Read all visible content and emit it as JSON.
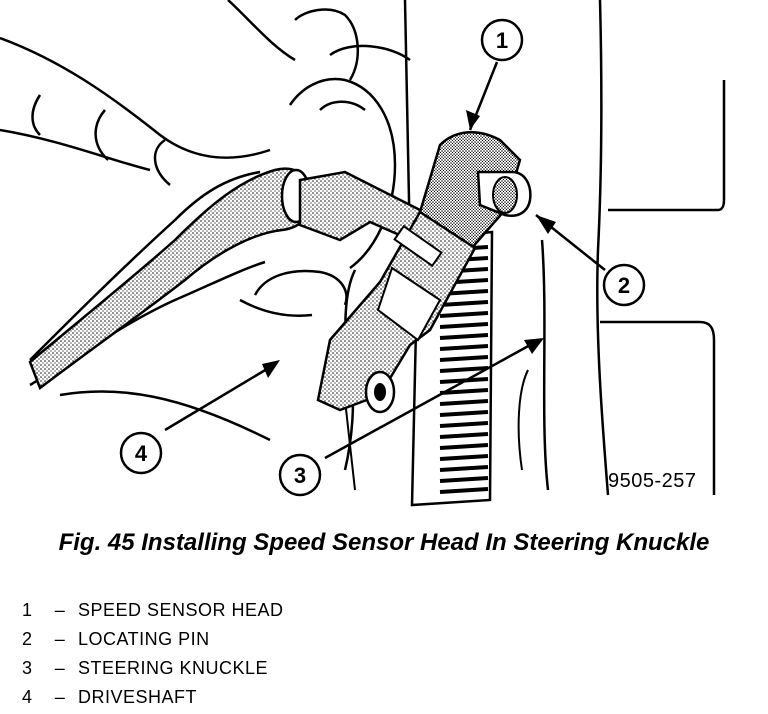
{
  "figure_id": "9505-257",
  "caption": "Fig. 45 Installing Speed Sensor Head In Steering Knuckle",
  "callouts": [
    "1",
    "2",
    "3",
    "4"
  ],
  "legend": [
    {
      "num": "1",
      "dash": "–",
      "label": "SPEED SENSOR HEAD"
    },
    {
      "num": "2",
      "dash": "–",
      "label": "LOCATING PIN"
    },
    {
      "num": "3",
      "dash": "–",
      "label": "STEERING KNUCKLE"
    },
    {
      "num": "4",
      "dash": "–",
      "label": "DRIVESHAFT"
    }
  ]
}
